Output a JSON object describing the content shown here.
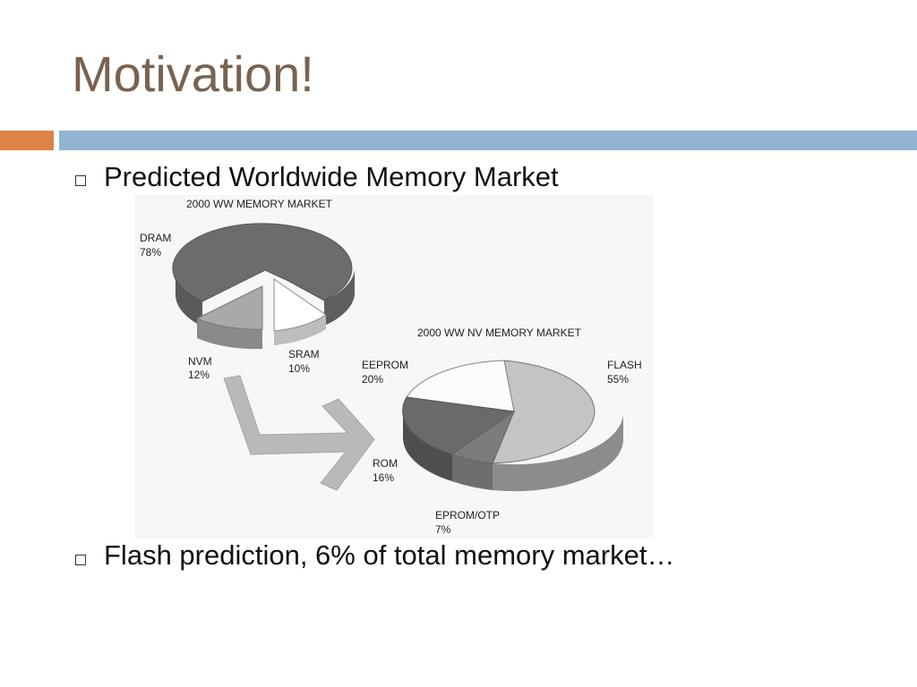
{
  "slide": {
    "title": "Motivation!",
    "bullets": [
      "Predicted Worldwide Memory Market",
      "Flash prediction, 6% of total memory market…"
    ]
  },
  "chart_data": [
    {
      "type": "pie",
      "title": "2000 WW MEMORY MARKET",
      "categories": [
        "DRAM",
        "NVM",
        "SRAM"
      ],
      "values": [
        78,
        12,
        10
      ],
      "value_labels": [
        "78%",
        "12%",
        "10%"
      ],
      "style": "3d-exploded"
    },
    {
      "type": "pie",
      "title": "2000 WW NV MEMORY MARKET",
      "categories": [
        "FLASH",
        "EEPROM",
        "ROM",
        "EPROM/OTP"
      ],
      "values": [
        55,
        20,
        16,
        7
      ],
      "value_labels": [
        "55%",
        "20%",
        "16%",
        "7%"
      ],
      "style": "3d"
    }
  ],
  "colors": {
    "title": "#7a6250",
    "accent_bar": "#dd8346",
    "header_bar": "#93b4d2"
  }
}
